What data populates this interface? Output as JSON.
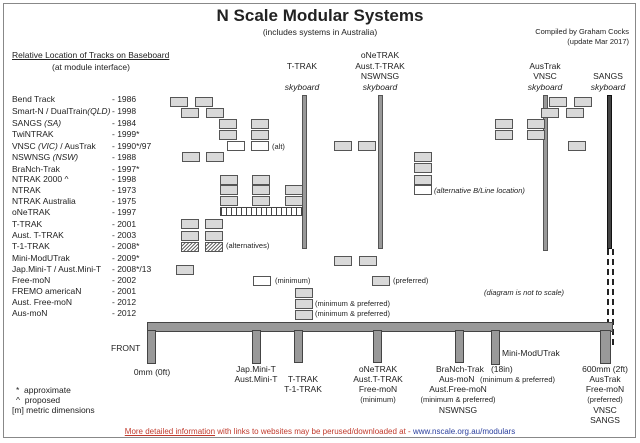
{
  "title": "N Scale Modular Systems",
  "subtitle": "(includes systems in Australia)",
  "credit": {
    "line1": "Compiled by Graham Cocks",
    "line2": "(update Mar 2017)"
  },
  "section": {
    "heading": "Relative Location of Tracks on Baseboard",
    "subheading": "(at module interface)"
  },
  "skyboards": {
    "ttrak": {
      "names": [
        "T-TRAK"
      ],
      "label": "skyboard"
    },
    "onetrak": {
      "names": [
        "oNeTRAK",
        "Aust.T-TRAK",
        "NSWNSG"
      ],
      "label": "skyboard"
    },
    "austrak": {
      "names": [
        "AusTrak",
        "VNSC"
      ],
      "label": "skyboard"
    },
    "sangs": {
      "names": [
        "SANGS"
      ],
      "label": "skyboard"
    }
  },
  "rows": [
    {
      "pre": "Bend Track",
      "region": "",
      "post": "",
      "year": "- 1986"
    },
    {
      "pre": "Smart-N / DualTrain",
      "region": "(QLD)",
      "post": "",
      "year": "- 1998"
    },
    {
      "pre": "SANGS ",
      "region": "(SA)",
      "post": "",
      "year": "- 1984"
    },
    {
      "pre": "TwiNTRAK",
      "region": "",
      "post": "",
      "year": "- 1999*"
    },
    {
      "pre": "VNSC ",
      "region": "(VIC)",
      "post": " / AusTrak",
      "year": "- 1990*/97"
    },
    {
      "pre": "NSWNSG ",
      "region": "(NSW)",
      "post": "",
      "year": "- 1988"
    },
    {
      "pre": "BraNch-Trak",
      "region": "",
      "post": "",
      "year": "- 1997*"
    },
    {
      "pre": "NTRAK 2000 ^",
      "region": "",
      "post": "",
      "year": "- 1998"
    },
    {
      "pre": "NTRAK",
      "region": "",
      "post": "",
      "year": "- 1973"
    },
    {
      "pre": "NTRAK Australia",
      "region": "",
      "post": "",
      "year": "- 1975"
    },
    {
      "pre": "oNeTRAK",
      "region": "",
      "post": "",
      "year": "- 1997"
    },
    {
      "pre": "T-TRAK",
      "region": "",
      "post": "",
      "year": "- 2001"
    },
    {
      "pre": "Aust. T-TRAK",
      "region": "",
      "post": "",
      "year": "- 2003"
    },
    {
      "pre": "T-1-TRAK",
      "region": "",
      "post": "",
      "year": "- 2008*"
    },
    {
      "pre": "Mini-ModUTrak",
      "region": "",
      "post": "",
      "year": "- 2009*"
    },
    {
      "pre": "Jap.Mini-T / Aust.Mini-T",
      "region": "",
      "post": "",
      "year": "- 2008*/13"
    },
    {
      "pre": "Free-moN",
      "region": "",
      "post": "",
      "year": "- 2002"
    },
    {
      "pre": "FREMO americaN",
      "region": "",
      "post": "",
      "year": "- 2001"
    },
    {
      "pre": "Aust. Free-moN",
      "region": "",
      "post": "",
      "year": "- 2012"
    },
    {
      "pre": "Aus-moN",
      "region": "",
      "post": "",
      "year": "- 2012"
    }
  ],
  "notes": {
    "alt": "(alt)",
    "alternatives": "(alternatives)",
    "minimum": "(minimum)",
    "preferred": "(preferred)",
    "min_pref": "(minimum & preferred)",
    "alt_bline": "(alternative B/Line location)",
    "not_to_scale": "(diagram is not to scale)"
  },
  "baseboard": {
    "front": "FRONT",
    "zero": "0mm (0ft)",
    "jap": [
      "Jap.Mini-T",
      "Aust.Mini-T"
    ],
    "ttrak": [
      "T-TRAK",
      "T-1-TRAK"
    ],
    "onetrak": [
      "oNeTRAK",
      "Aust.T-TRAK",
      "Free-moN",
      "(minimum)"
    ],
    "branch": [
      "BraNch-Trak   (18in)",
      "Aus-moN",
      "(minimum & preferred)",
      "Aust.Free-moN",
      "(minimum & preferred)",
      "NSWNSG"
    ],
    "minimodu": "Mini-ModUTrak",
    "end": [
      "600mm (2ft)",
      "AusTrak",
      "Free-moN",
      "(preferred)",
      "VNSC",
      "SANGS"
    ]
  },
  "legend": [
    "*  approximate",
    "^  proposed",
    "[m] metric dimensions"
  ],
  "footer": {
    "link": "More detailed information",
    "mid": " with links to websites may be perused/downloaded at - ",
    "url": "www.nscale.org.au/modulars"
  }
}
